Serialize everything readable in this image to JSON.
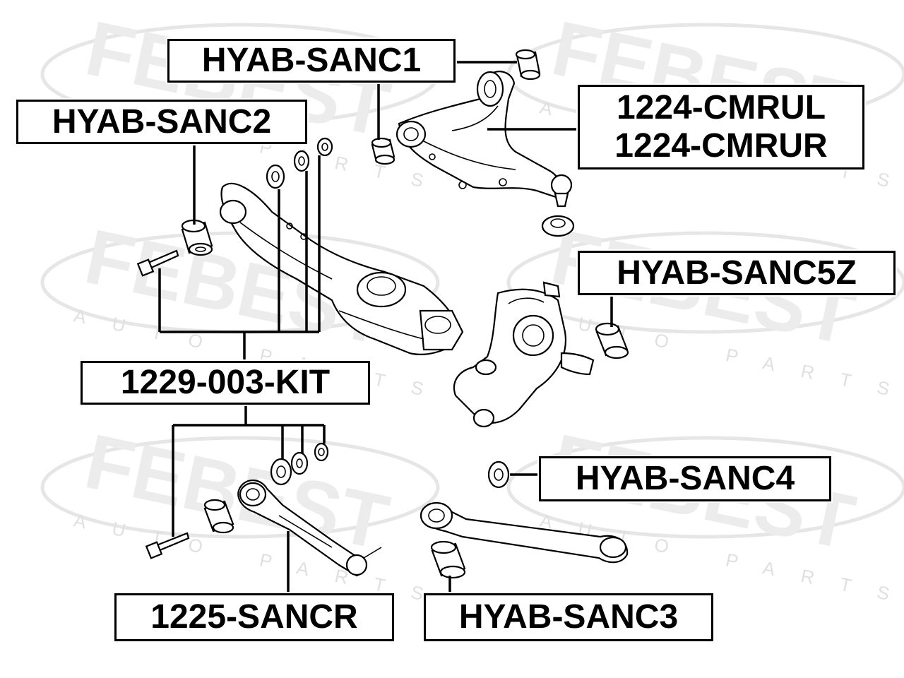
{
  "diagram": {
    "labels": {
      "sanc1": "HYAB-SANC1",
      "sanc2": "HYAB-SANC2",
      "cmrul": "1224-CMRUL",
      "cmrur": "1224-CMRUR",
      "sanc5z": "HYAB-SANC5Z",
      "kit": "1229-003-KIT",
      "sanc4": "HYAB-SANC4",
      "sancr": "1225-SANCR",
      "sanc3": "HYAB-SANC3"
    },
    "watermark": {
      "brand": "FEBEST",
      "tagline": "AUTO PARTS"
    },
    "colors": {
      "line": "#000000",
      "watermark": "#e6e6e6",
      "background": "#ffffff"
    }
  }
}
